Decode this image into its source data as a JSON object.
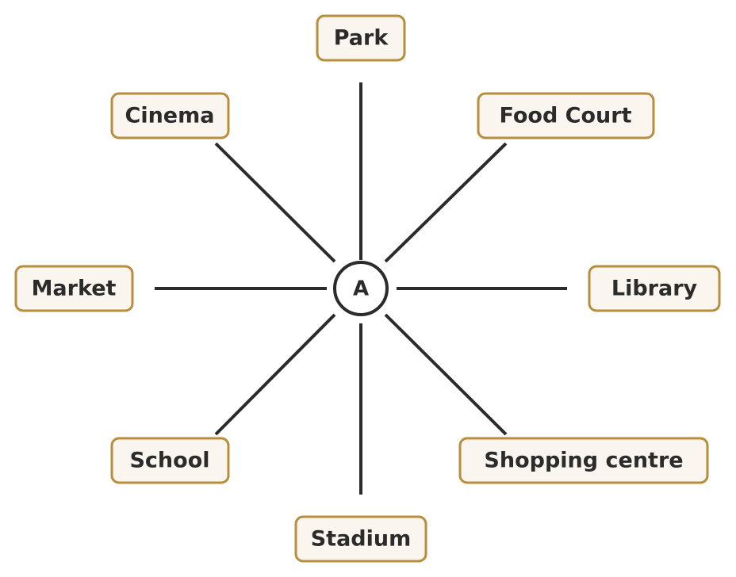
{
  "hub": {
    "label": "A"
  },
  "places": [
    {
      "label": "Park"
    },
    {
      "label": "Food Court"
    },
    {
      "label": "Library"
    },
    {
      "label": "Shopping centre"
    },
    {
      "label": "Stadium"
    },
    {
      "label": "School"
    },
    {
      "label": "Market"
    },
    {
      "label": "Cinema"
    }
  ],
  "colors": {
    "box_border": "#b88d3c",
    "box_fill": "#faf6ef",
    "line": "#2b2b2b"
  }
}
